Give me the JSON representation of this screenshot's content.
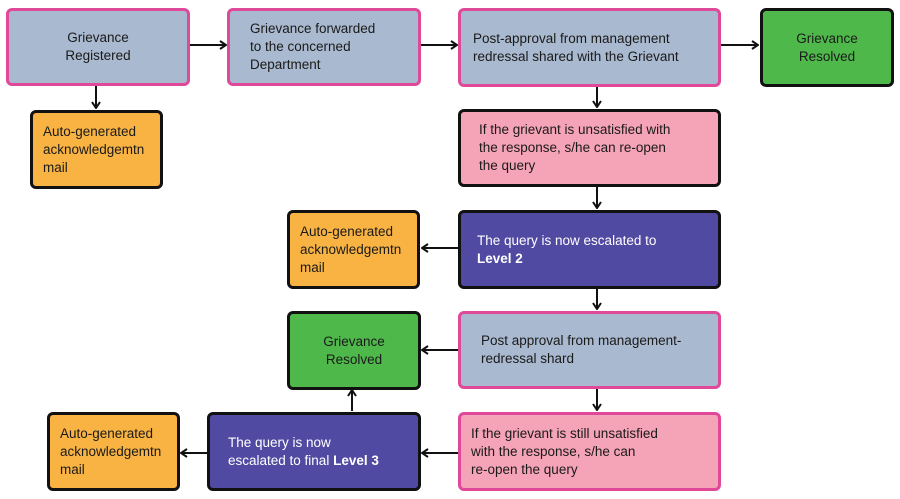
{
  "nodes": {
    "registered": "Grievance\nRegistered",
    "forwarded": "Grievance forwarded\nto the concerned\nDepartment",
    "post_approval_1": "Post-approval from management\nredressal shared with the Grievant",
    "resolved_1": "Grievance\nResolved",
    "ack_1": "Auto-generated\nacknowledgemtn\nmail",
    "unsatisfied_1": "If the grievant is unsatisfied with\nthe response, s/he can re-open\nthe query",
    "escalated_2_prefix": "The query is now escalated to\n",
    "escalated_2_level": "Level 2",
    "ack_2": "Auto-generated\nacknowledgemtn\nmail",
    "post_approval_2": "Post approval from management-\nredressal shard",
    "resolved_2": "Grievance\nResolved",
    "unsatisfied_2": "If the grievant is still unsatisfied\nwith the response, s/he can\nre-open the query",
    "escalated_3_prefix": "The query is now\nescalated to final ",
    "escalated_3_level": "Level 3",
    "ack_3": "Auto-generated\nacknowledgemtn\nmail"
  },
  "colors": {
    "gray": "#a9b9cf",
    "orange": "#f9b343",
    "green": "#4fb84a",
    "pink": "#f5a3b6",
    "purple": "#514aa2",
    "magenta_border": "#e0489a"
  }
}
